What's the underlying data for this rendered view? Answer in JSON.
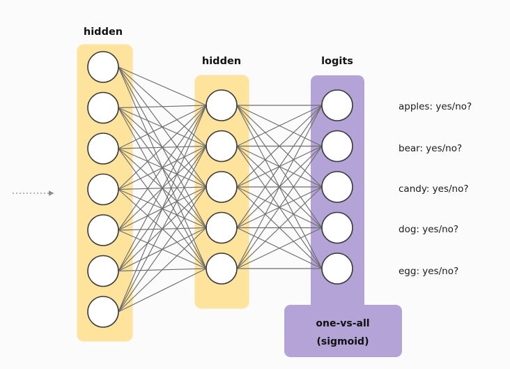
{
  "layers": {
    "hidden1": {
      "title": "hidden",
      "node_count": 7
    },
    "hidden2": {
      "title": "hidden",
      "node_count": 5
    },
    "logits": {
      "title": "logits",
      "node_count": 5
    }
  },
  "activation": {
    "line1": "one-vs-all",
    "line2": "(sigmoid)"
  },
  "classes": [
    "apples: yes/no?",
    "bear: yes/no?",
    "candy: yes/no?",
    "dog: yes/no?",
    "egg: yes/no?"
  ],
  "colors": {
    "hidden_fill": "#fde39b",
    "hidden_stroke": "#fae7b0",
    "logits_fill": "#b3a3d6",
    "edge": "#6d6d6d",
    "input_arrow": "#8a8a8a"
  }
}
